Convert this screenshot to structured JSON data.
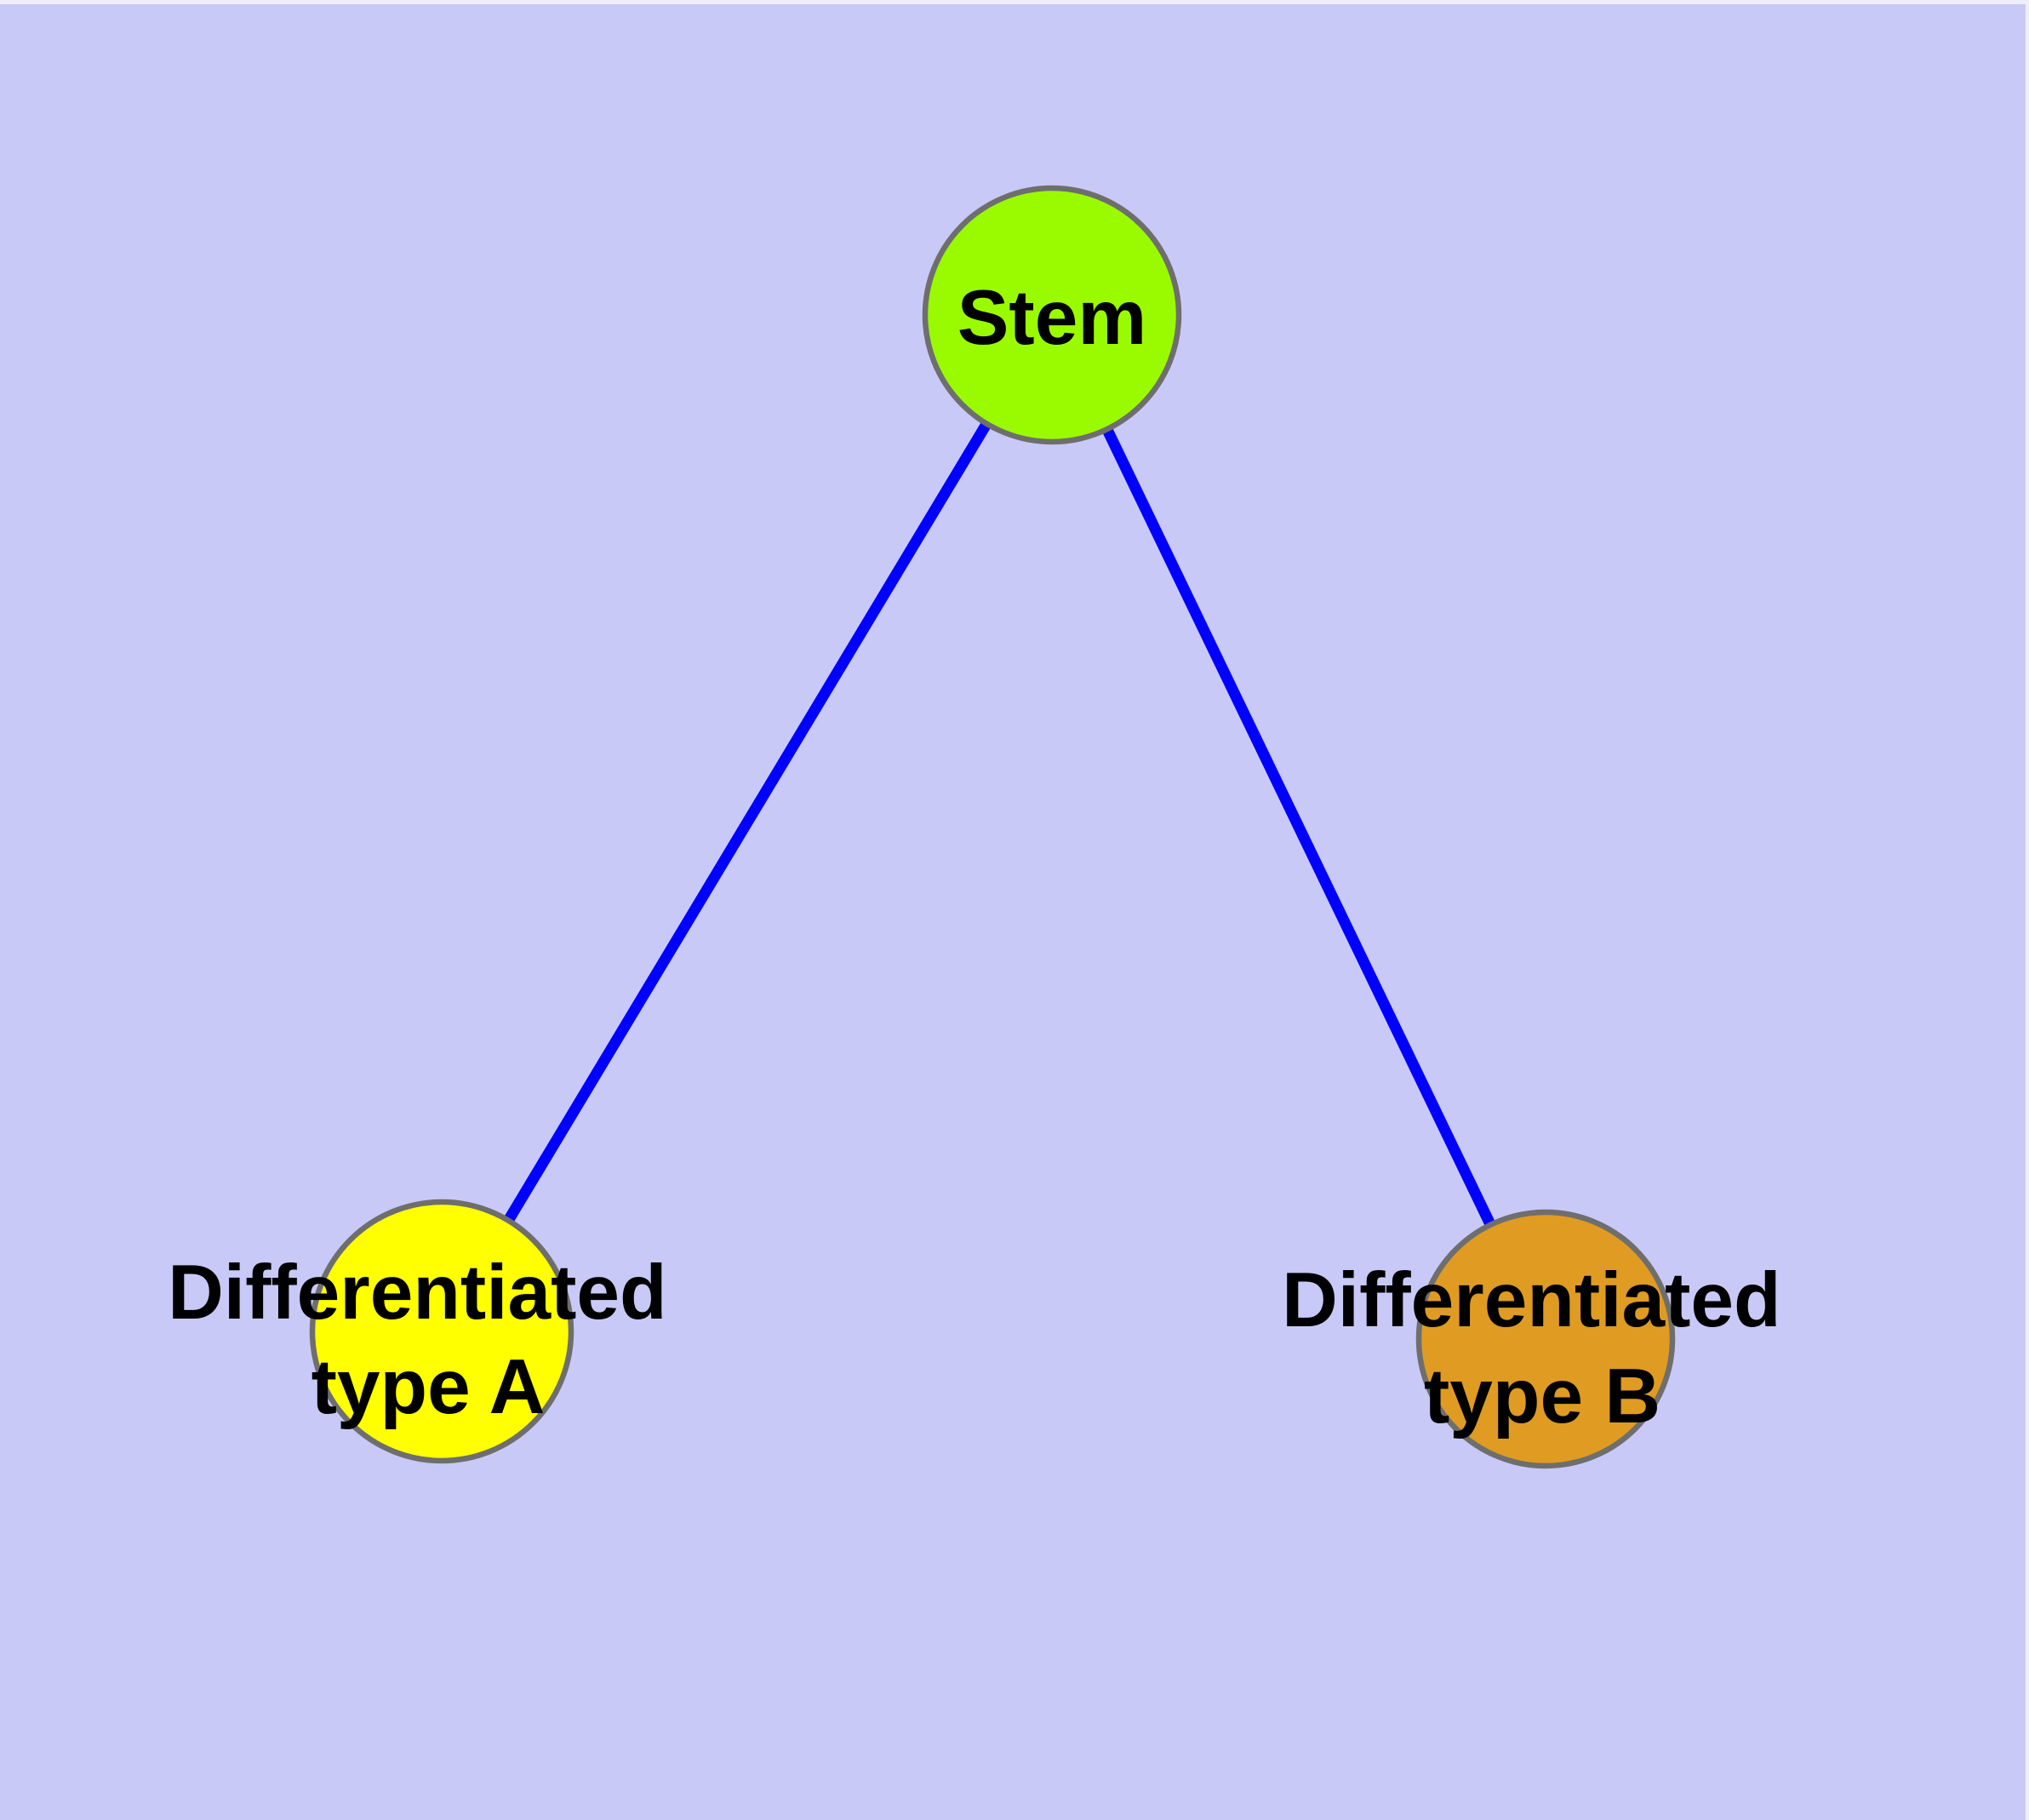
{
  "diagram": {
    "type": "graph",
    "description": "Stem cell differentiation diagram: one stem node connected by two lines to two differentiated cell-type nodes",
    "nodes": [
      {
        "id": "stem",
        "label": "Stem",
        "shape": "circle",
        "fill": "#9AFB00"
      },
      {
        "id": "type-a",
        "label": "Differentiated type A",
        "label_lines": [
          "Differentiated",
          "type A"
        ],
        "shape": "circle",
        "fill": "#FFFF00"
      },
      {
        "id": "type-b",
        "label": "Differentiated type B",
        "label_lines": [
          "Differentiated",
          "type B"
        ],
        "shape": "circle",
        "fill": "#E09B22"
      }
    ],
    "edges": [
      {
        "from": "stem",
        "to": "type-a"
      },
      {
        "from": "stem",
        "to": "type-b"
      }
    ]
  },
  "theme": {
    "background": "#C9C9F8",
    "panel_highlight": "#EFEFFA",
    "edge_color": "#0000FF",
    "node_border": "#6E6E6E",
    "label_color": "#000000"
  }
}
